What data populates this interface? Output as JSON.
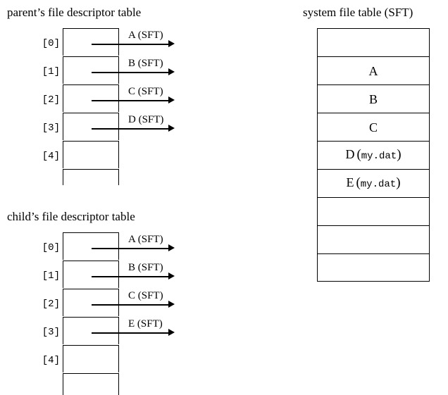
{
  "titles": {
    "parent": "parent’s file descriptor table",
    "child": "child’s file descriptor table",
    "sft": "system file table (SFT)"
  },
  "parent_table": {
    "name": "parent file descriptor table",
    "indices": [
      "[0]",
      "[1]",
      "[2]",
      "[3]",
      "[4]"
    ],
    "entries": [
      {
        "index": "[0]",
        "pointer": "A (SFT)",
        "has_pointer": true
      },
      {
        "index": "[1]",
        "pointer": "B (SFT)",
        "has_pointer": true
      },
      {
        "index": "[2]",
        "pointer": "C (SFT)",
        "has_pointer": true
      },
      {
        "index": "[3]",
        "pointer": "D (SFT)",
        "has_pointer": true
      },
      {
        "index": "[4]",
        "pointer": "",
        "has_pointer": false
      }
    ]
  },
  "child_table": {
    "name": "child file descriptor table",
    "indices": [
      "[0]",
      "[1]",
      "[2]",
      "[3]",
      "[4]"
    ],
    "entries": [
      {
        "index": "[0]",
        "pointer": "A (SFT)",
        "has_pointer": true
      },
      {
        "index": "[1]",
        "pointer": "B (SFT)",
        "has_pointer": true
      },
      {
        "index": "[2]",
        "pointer": "C (SFT)",
        "has_pointer": true
      },
      {
        "index": "[3]",
        "pointer": "E (SFT)",
        "has_pointer": true
      },
      {
        "index": "[4]",
        "pointer": "",
        "has_pointer": false
      }
    ]
  },
  "system_file_table": {
    "name": "system file table (SFT)",
    "rows": [
      {
        "entry": "",
        "file": "",
        "empty": true
      },
      {
        "entry": "A",
        "file": "",
        "empty": false
      },
      {
        "entry": "B",
        "file": "",
        "empty": false
      },
      {
        "entry": "C",
        "file": "",
        "empty": false
      },
      {
        "entry": "D",
        "file": "my.dat",
        "empty": false
      },
      {
        "entry": "E",
        "file": "my.dat",
        "empty": false
      },
      {
        "entry": "",
        "file": "",
        "empty": true
      },
      {
        "entry": "",
        "file": "",
        "empty": true
      },
      {
        "entry": "",
        "file": "",
        "empty": true
      }
    ]
  },
  "colors": {
    "stroke": "#000000",
    "background": "#ffffff"
  }
}
